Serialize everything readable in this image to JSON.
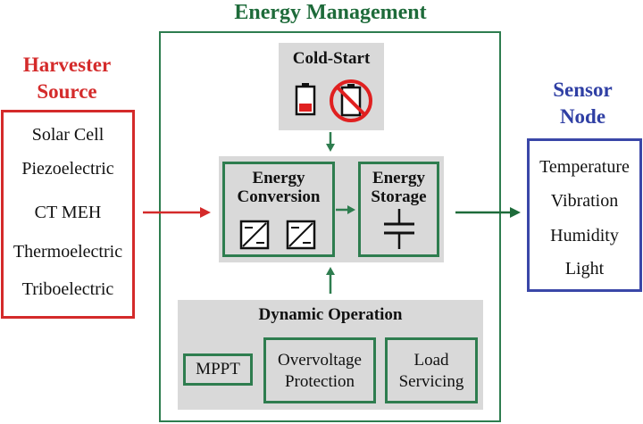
{
  "energy_management": {
    "title": "Energy Management"
  },
  "harvester": {
    "title_line1": "Harvester",
    "title_line2": "Source",
    "items": [
      "Solar Cell",
      "Piezoelectric",
      "CT MEH",
      "Thermoelectric",
      "Triboelectric"
    ]
  },
  "sensor": {
    "title_line1": "Sensor",
    "title_line2": "Node",
    "items": [
      "Temperature",
      "Vibration",
      "Humidity",
      "Light"
    ]
  },
  "cold_start": {
    "title": "Cold-Start"
  },
  "conversion": {
    "title_line1": "Energy",
    "title_line2": "Conversion"
  },
  "storage": {
    "title_line1": "Energy",
    "title_line2": "Storage"
  },
  "dynamic": {
    "title": "Dynamic Operation",
    "mppt": "MPPT",
    "overvoltage_line1": "Overvoltage",
    "overvoltage_line2": "Protection",
    "load_line1": "Load",
    "load_line2": "Servicing"
  },
  "colors": {
    "green": "#2e7d4f",
    "red": "#d42a2a",
    "blue": "#3a47a8",
    "panel_gray": "#d9d9d9"
  }
}
